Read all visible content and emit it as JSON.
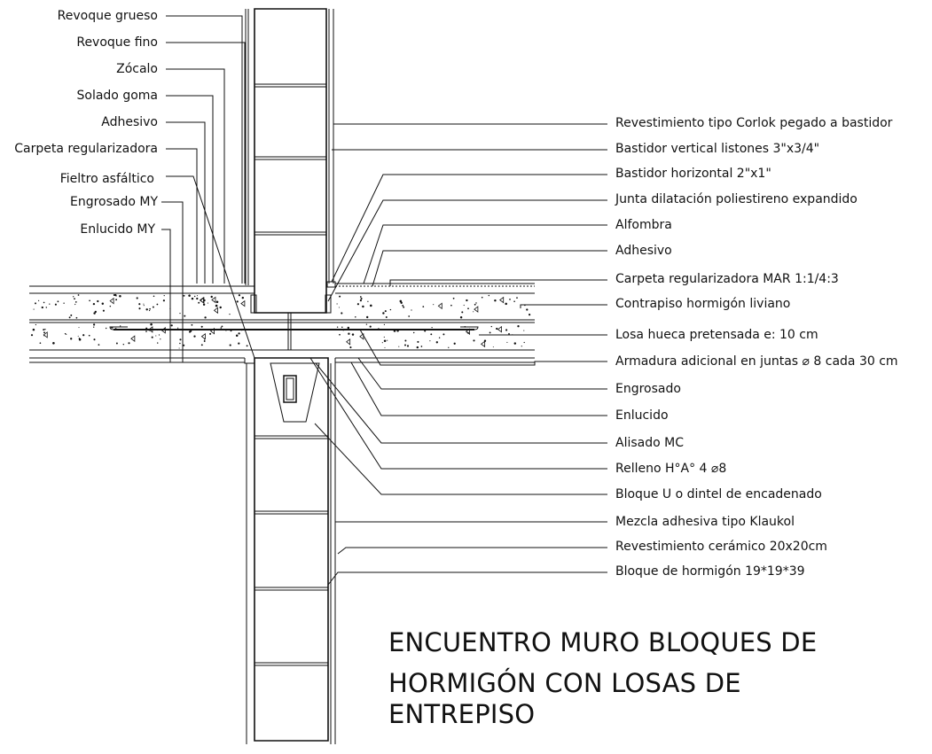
{
  "diagram": {
    "title_lines": [
      "ENCUENTRO MURO BLOQUES DE",
      "HORMIGÓN CON LOSAS DE",
      "ENTREPISO"
    ],
    "labels_left": [
      "Revoque grueso",
      "Revoque fino",
      "Zócalo",
      "Solado goma",
      "Adhesivo",
      "Carpeta regularizadora",
      "Fieltro asfáltico",
      "Engrosado MY",
      "Enlucido MY"
    ],
    "labels_right": [
      "Revestimiento tipo Corlok pegado a bastidor",
      "Bastidor vertical listones 3\"x3/4\"",
      "Bastidor horizontal 2\"x1\"",
      "Junta dilatación poliestireno expandido",
      "Alfombra",
      "Adhesivo",
      "Carpeta regularizadora MAR 1:1/4:3",
      "Contrapiso hormigón liviano",
      "Losa hueca pretensada e: 10 cm",
      "Armadura adicional en juntas ⌀ 8 cada 30 cm",
      "Engrosado",
      "Enlucido",
      "Alisado MC",
      "Relleno H°A° 4 ⌀8",
      "Bloque U o dintel de encadenado",
      "Mezcla adhesiva tipo Klaukol",
      "Revestimiento cerámico 20x20cm",
      "Bloque de hormigón 19*19*39"
    ],
    "colors": {
      "ink": "#111111",
      "background": "#ffffff"
    }
  }
}
